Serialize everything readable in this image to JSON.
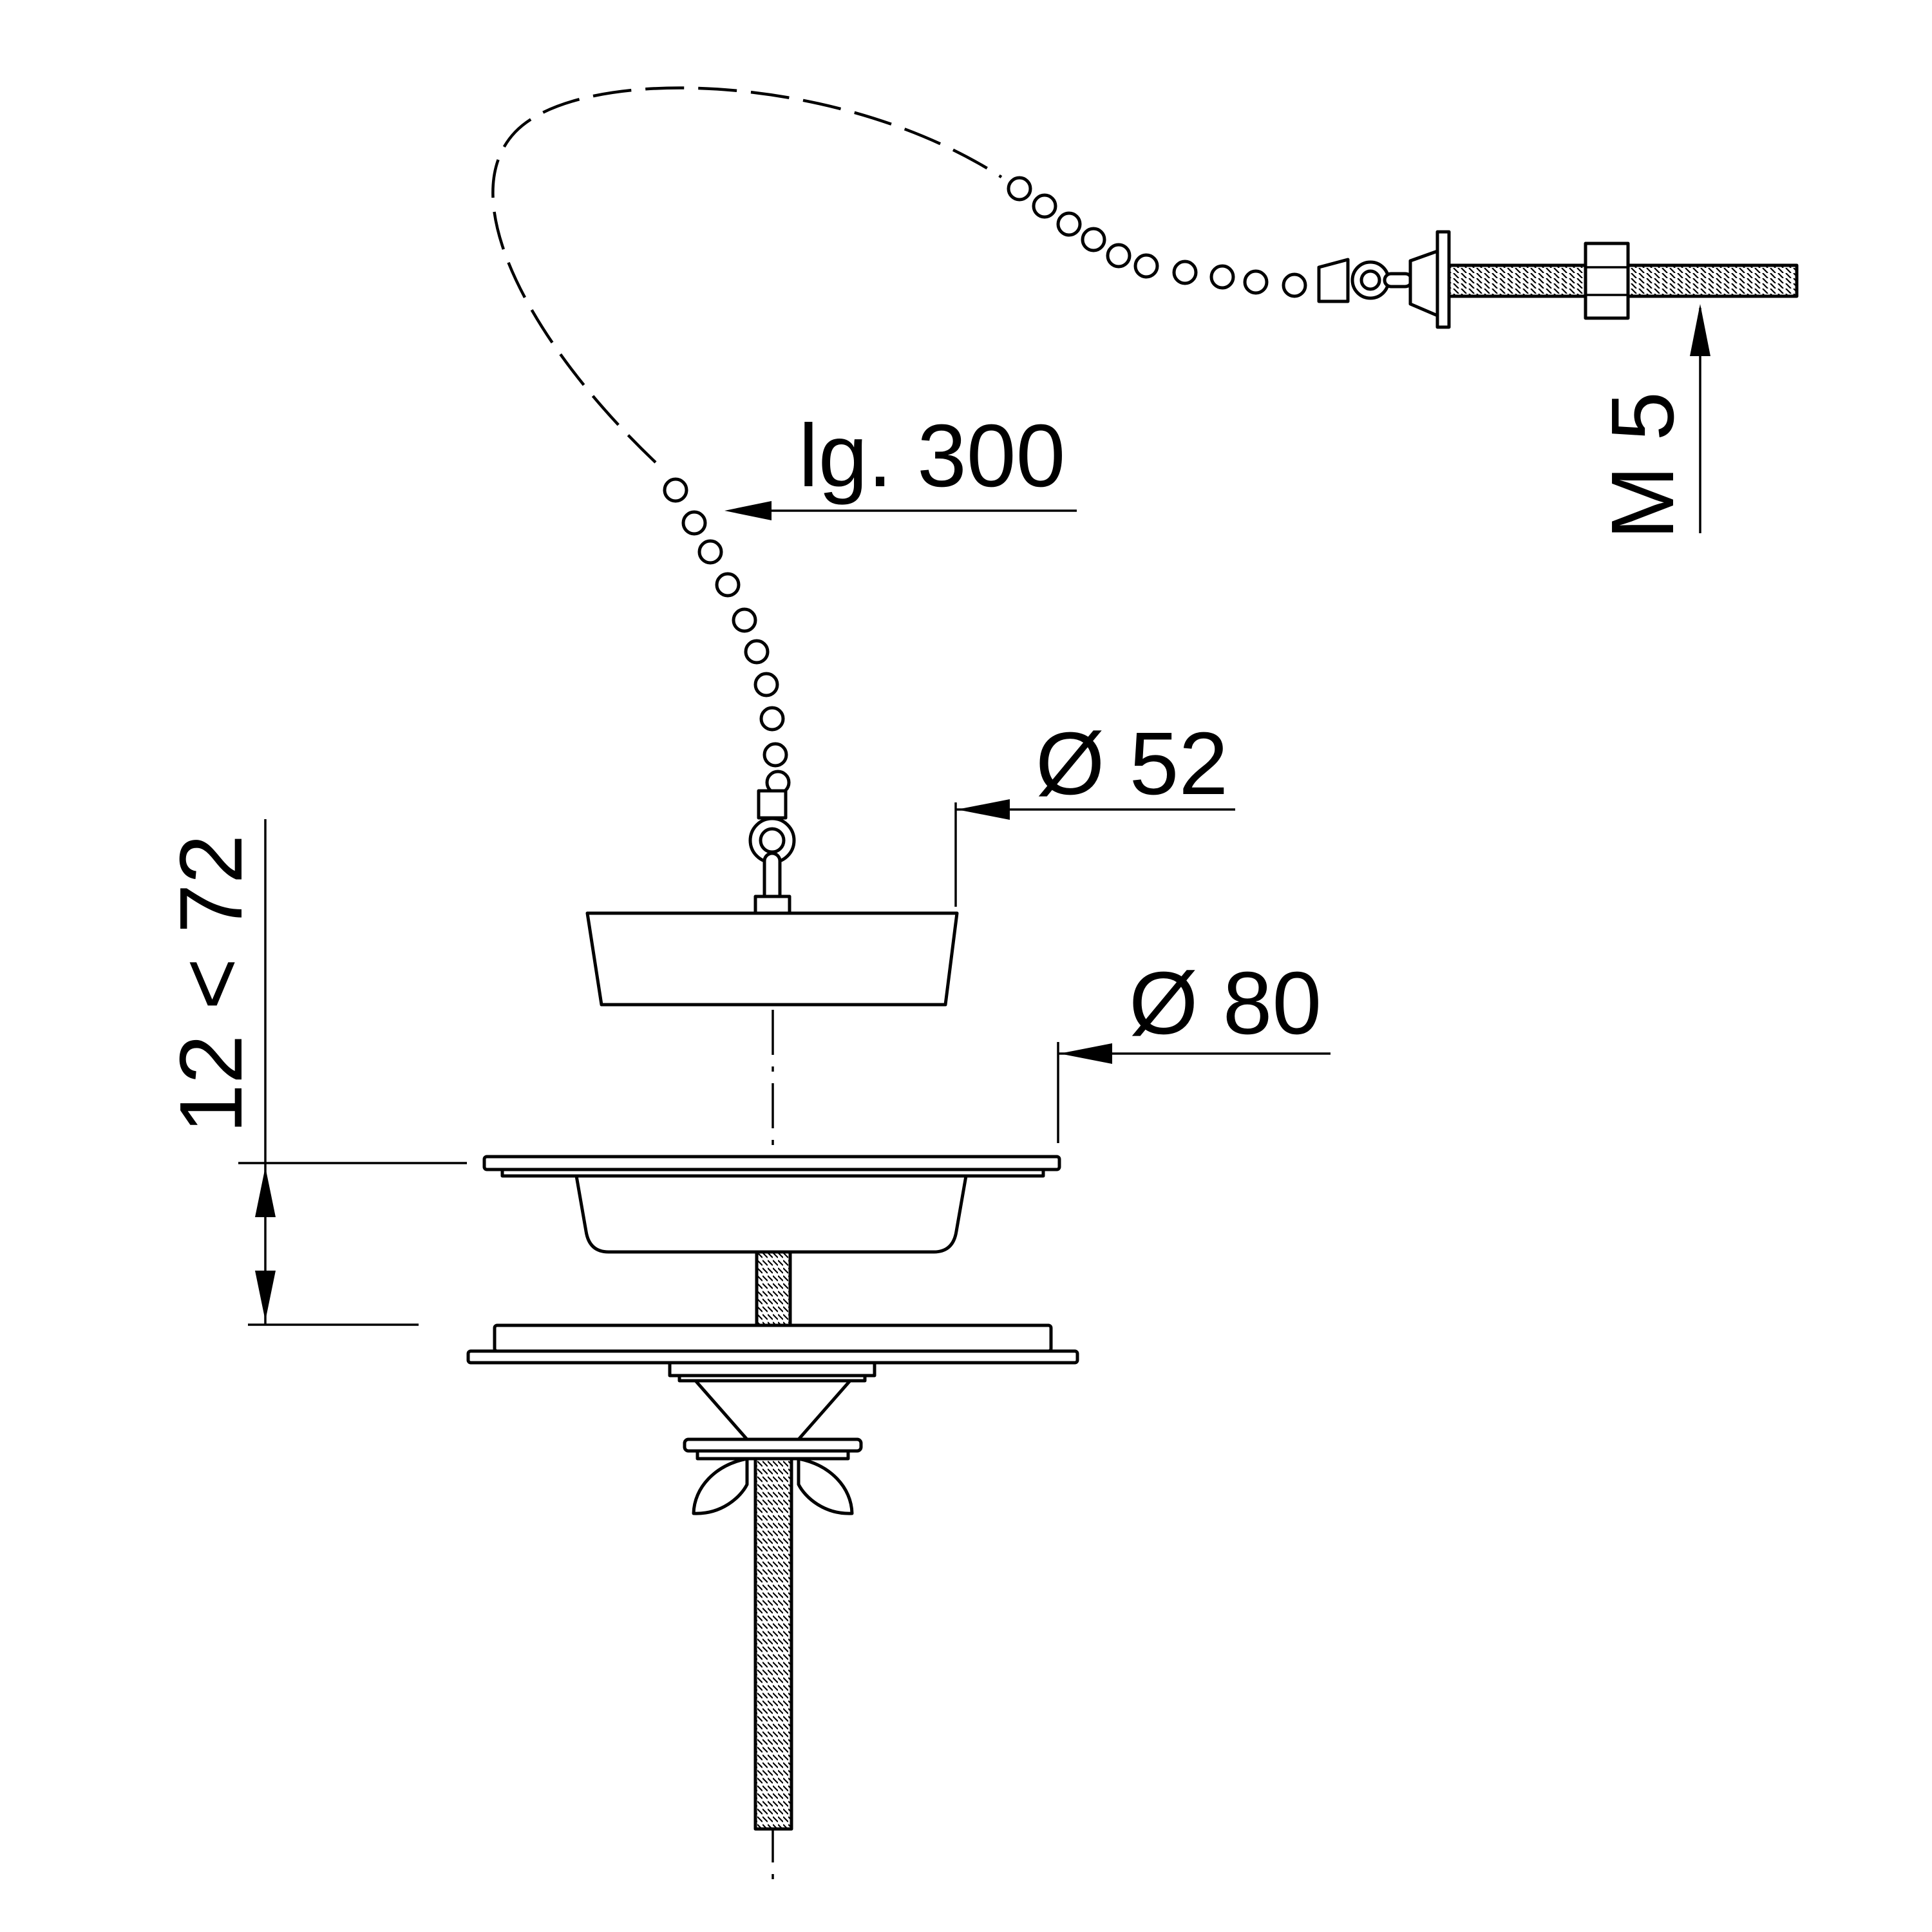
{
  "dimensions": {
    "chain_length": "lg. 300",
    "plug_diameter": "Ø 52",
    "flange_diameter": "Ø 80",
    "thickness_range": "12 < 72",
    "thread": "M 5"
  }
}
